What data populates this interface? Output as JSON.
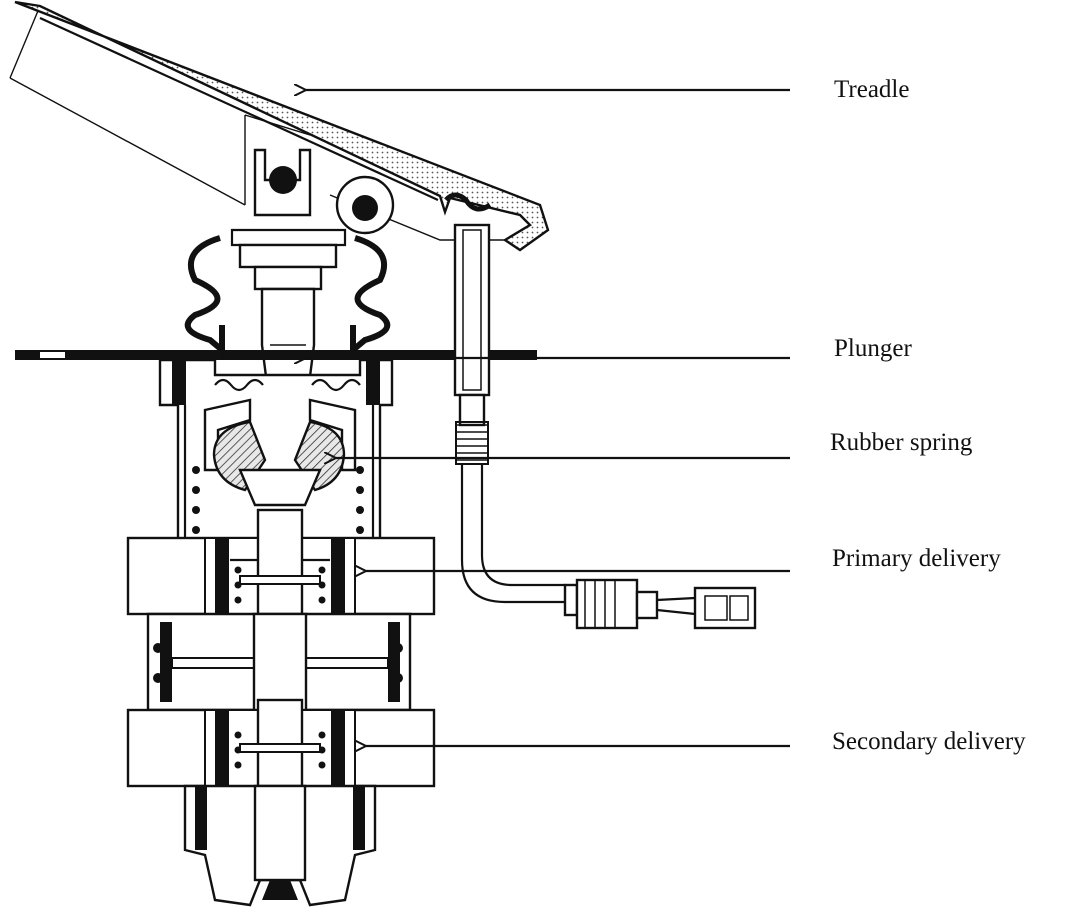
{
  "labels": {
    "treadle": "Treadle",
    "plunger": "Plunger",
    "rubber_spring": "Rubber spring",
    "primary_delivery": "Primary delivery",
    "secondary_delivery": "Secondary delivery"
  }
}
